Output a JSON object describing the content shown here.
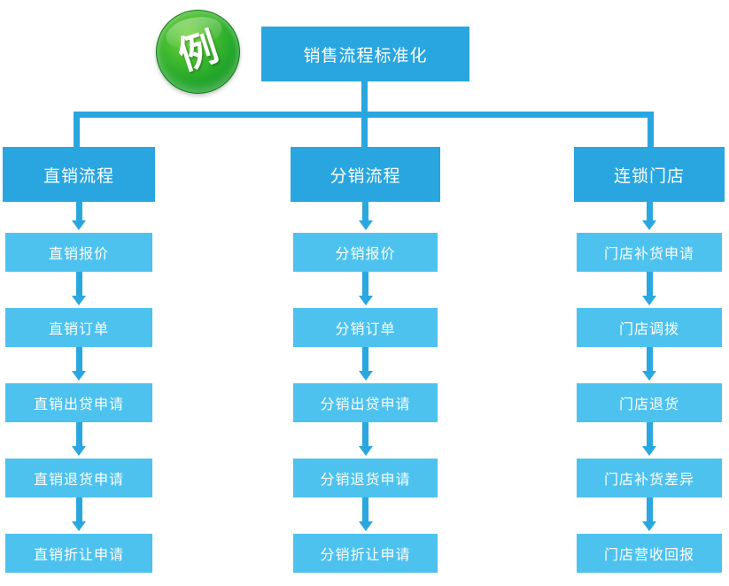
{
  "badge": {
    "label": "例"
  },
  "root": {
    "label": "销售流程标准化"
  },
  "colors": {
    "header_blue": "#29a6df",
    "item_blue": "#4dc2ef",
    "connector_blue": "#2aa7df",
    "badge_green": "#2eb12e",
    "text_white": "#ffffff"
  },
  "columns": [
    {
      "header": "直销流程",
      "items": [
        "直销报价",
        "直销订单",
        "直销出贷申请",
        "直销退货申请",
        "直销折让申请"
      ]
    },
    {
      "header": "分销流程",
      "items": [
        "分销报价",
        "分销订单",
        "分销出贷申请",
        "分销退货申请",
        "分销折让申请"
      ]
    },
    {
      "header": "连锁门店",
      "items": [
        "门店补货申请",
        "门店调拨",
        "门店退货",
        "门店补货差异",
        "门店营收回报"
      ]
    }
  ]
}
